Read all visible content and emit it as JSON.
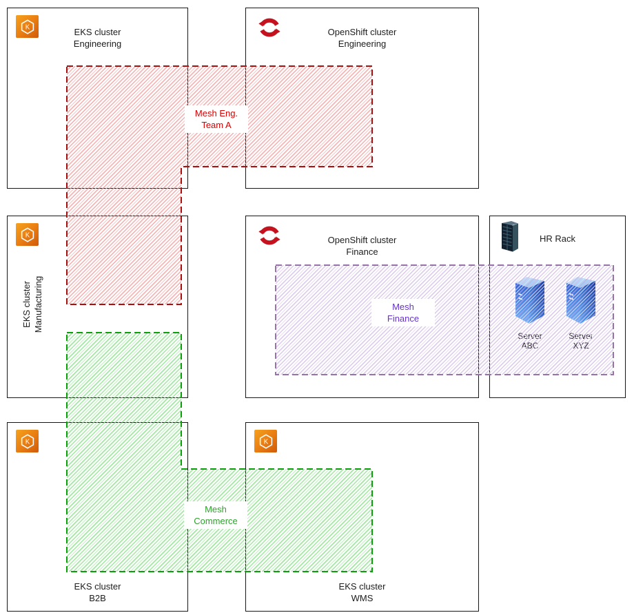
{
  "clusters": [
    {
      "id": "eks-engineering",
      "type": "eks",
      "title_line1": "EKS cluster",
      "title_line2": "Engineering"
    },
    {
      "id": "openshift-engineering",
      "type": "openshift",
      "title_line1": "OpenShift cluster",
      "title_line2": "Engineering"
    },
    {
      "id": "eks-manufacturing",
      "type": "eks",
      "title_line1": "EKS cluster",
      "title_line2": "Manufacturing"
    },
    {
      "id": "openshift-finance",
      "type": "openshift",
      "title_line1": "OpenShift cluster",
      "title_line2": "Finance"
    },
    {
      "id": "hr-rack",
      "type": "rack",
      "title": "HR Rack",
      "servers": [
        {
          "label": "Server ABC"
        },
        {
          "label": "Server XYZ"
        }
      ]
    },
    {
      "id": "eks-b2b",
      "type": "eks",
      "title_line1": "EKS cluster",
      "title_line2": "B2B"
    },
    {
      "id": "eks-wms",
      "type": "eks",
      "title_line1": "EKS cluster",
      "title_line2": "WMS"
    }
  ],
  "meshes": [
    {
      "id": "mesh-eng-team-a",
      "label_line1": "Mesh Eng.",
      "label_line2": "Team A",
      "border_color": "#a81010",
      "text_color": "#d40000",
      "hatch_color": "#f19e9e"
    },
    {
      "id": "mesh-finance",
      "label_line1": "Mesh",
      "label_line2": "Finance",
      "border_color": "#9673a6",
      "text_color": "#6633cc",
      "hatch_color": "#d3bfe6"
    },
    {
      "id": "mesh-commerce",
      "label_line1": "Mesh",
      "label_line2": "Commerce",
      "border_color": "#0aa00a",
      "text_color": "#2ea12e",
      "hatch_color": "#8fe48f"
    }
  ],
  "colors": {
    "eks_orange": "#e87b12",
    "openshift_red": "#c4121f",
    "server_blue": "#2f7de0",
    "box_border": "#151515"
  }
}
